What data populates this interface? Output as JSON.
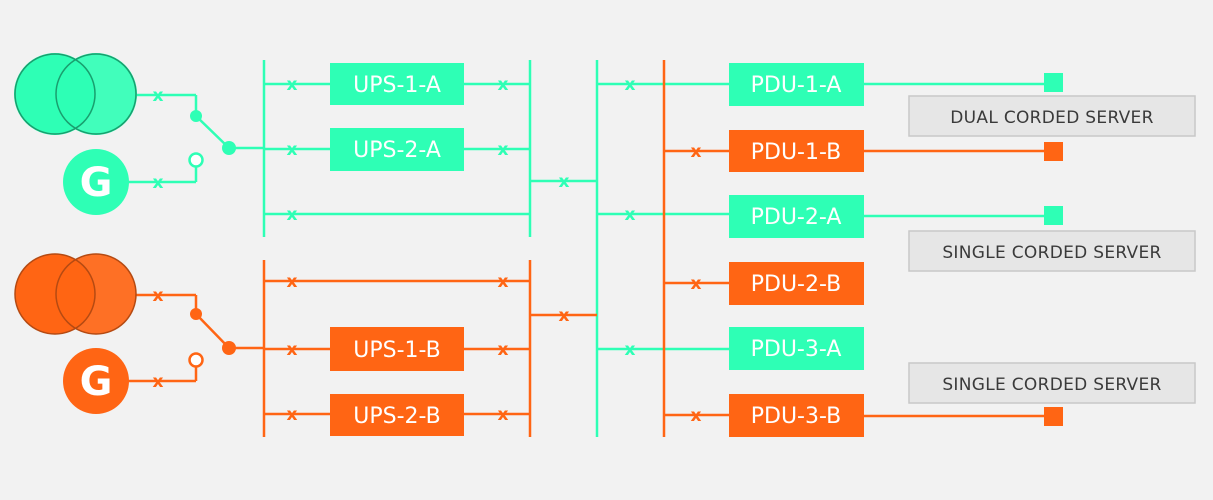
{
  "colors": {
    "feed_a": "#2effb5",
    "feed_b": "#ff6514",
    "server_box": "#e6e6e6",
    "server_border": "#c8c8c8",
    "server_text": "#3a3a3a",
    "background": "#f2f2f2"
  },
  "sources": {
    "utility_icon": "overlapping-circles-utility-icon",
    "generator_label": "G"
  },
  "breaker_symbol": "x",
  "ups": {
    "a": [
      "UPS-1-A",
      "UPS-2-A"
    ],
    "b": [
      "UPS-1-B",
      "UPS-2-B"
    ]
  },
  "pdu": [
    "PDU-1-A",
    "PDU-1-B",
    "PDU-2-A",
    "PDU-2-B",
    "PDU-3-A",
    "PDU-3-B"
  ],
  "servers": [
    "DUAL CORDED SERVER",
    "SINGLE CORDED SERVER",
    "SINGLE CORDED SERVER"
  ]
}
